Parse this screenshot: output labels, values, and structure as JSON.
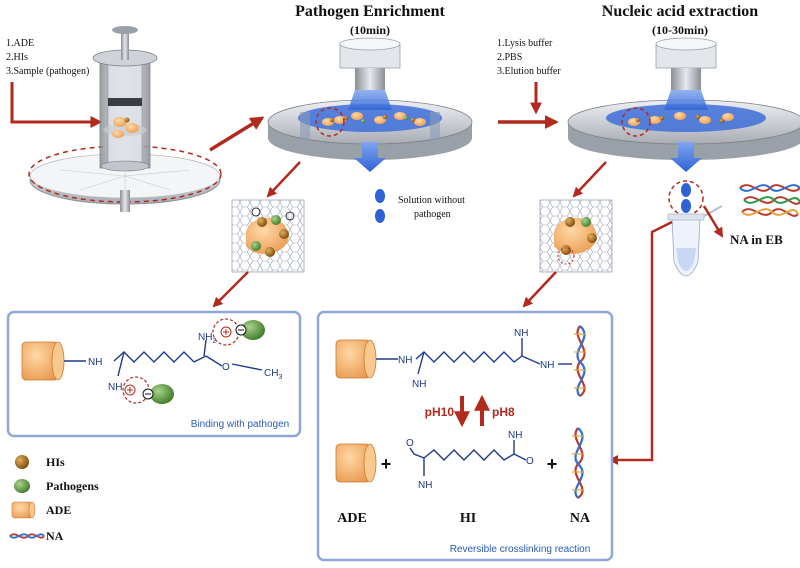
{
  "steps": {
    "enrichment": {
      "title": "Pathogen Enrichment",
      "time": "(10min)"
    },
    "extraction": {
      "title": "Nucleic acid extraction",
      "time": "(10-30min)"
    }
  },
  "inputs_left": [
    "1.ADE",
    "2.HIs",
    "3.Sample  (pathogen)"
  ],
  "inputs_mid": [
    "1.Lysis buffer",
    "2.PBS",
    "3.Elution buffer"
  ],
  "flow_labels": {
    "solution_without_pathogen": [
      "Solution without",
      "pathogen"
    ],
    "na_in_eb": "NA in EB"
  },
  "panel_binding": {
    "caption": "Binding with pathogen",
    "atoms": {
      "nh_left": "NH",
      "nh2": "NH",
      "nh2_sub": "2",
      "nh_plus": "NH",
      "o": "O",
      "ch3": "CH",
      "ch3_sub": "3"
    }
  },
  "panel_reversible": {
    "caption": "Reversible crosslinking reaction",
    "atoms": {
      "nh1": "NH",
      "nh_imine": "NH",
      "nh_top": "NH",
      "nh_right": "NH",
      "o1": "O",
      "nh_bottom_left": "NH",
      "nh_bottom_right": "NH",
      "o2": "O"
    },
    "ph_down": "pH10",
    "ph_up": "pH8",
    "plus": "+",
    "labels": {
      "ade": "ADE",
      "hi": "HI",
      "na": "NA"
    }
  },
  "legend": [
    {
      "label": "HIs",
      "icon": "his-ball-icon"
    },
    {
      "label": "Pathogens",
      "icon": "pathogen-ellipse-icon"
    },
    {
      "label": "ADE",
      "icon": "ade-cylinder-icon"
    },
    {
      "label": "NA",
      "icon": "dna-helix-icon"
    }
  ],
  "colors": {
    "arrow_red": "#b22a1e",
    "bond_blue": "#1f3a8a",
    "panel_border": "#8ea8d6",
    "caption_blue": "#2a5bb5",
    "flow_blue": "#3b74e0",
    "disk_gray": "#c9ccd2",
    "ade_orange": "#f2b36b",
    "pathogen_green": "#6aa84f",
    "his_brown": "#a0661c"
  }
}
